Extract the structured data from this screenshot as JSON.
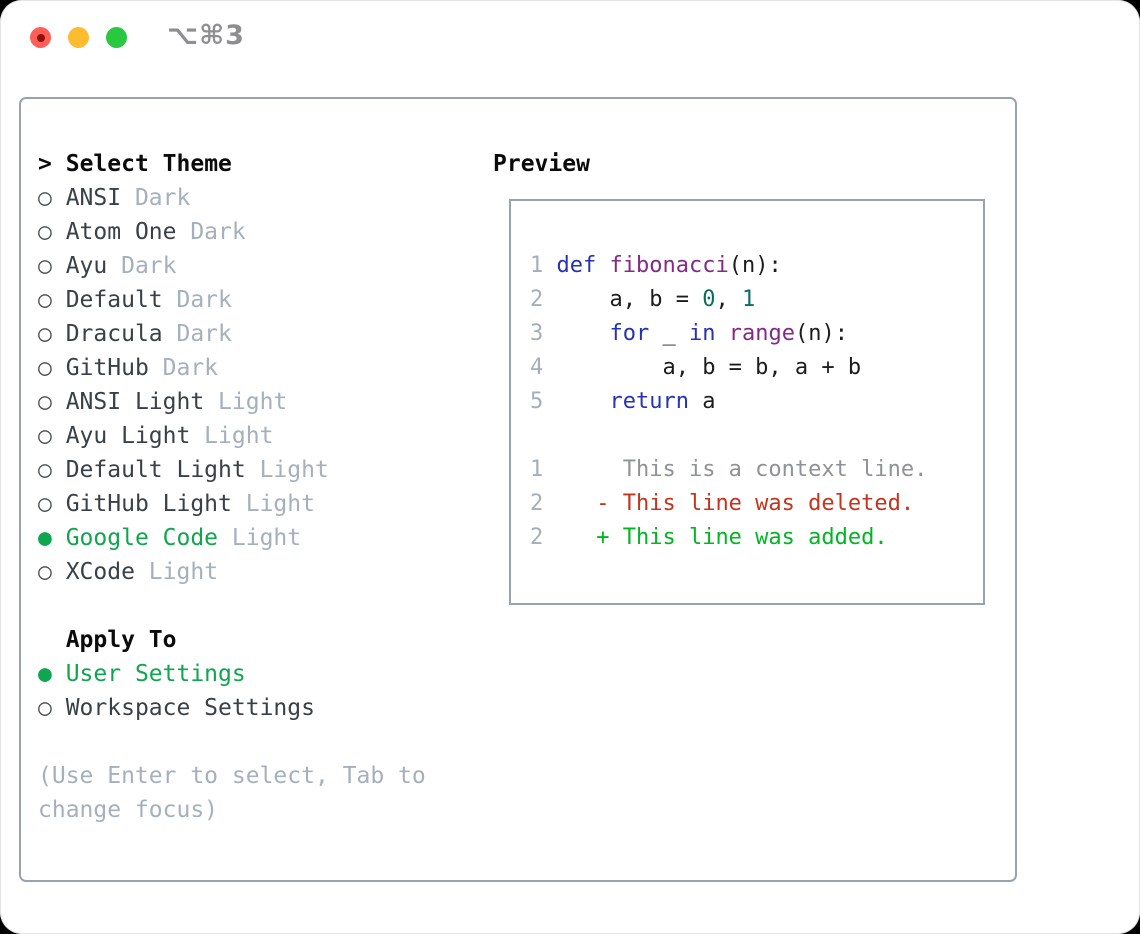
{
  "window": {
    "title": "⌥⌘3",
    "traffic_lights": [
      "close",
      "minimize",
      "zoom"
    ]
  },
  "panel": {
    "select_theme": {
      "prompt": ">",
      "label": "Select Theme"
    },
    "themes": [
      {
        "name": "ANSI",
        "variant": "Dark",
        "selected": false
      },
      {
        "name": "Atom One",
        "variant": "Dark",
        "selected": false
      },
      {
        "name": "Ayu",
        "variant": "Dark",
        "selected": false
      },
      {
        "name": "Default",
        "variant": "Dark",
        "selected": false
      },
      {
        "name": "Dracula",
        "variant": "Dark",
        "selected": false
      },
      {
        "name": "GitHub",
        "variant": "Dark",
        "selected": false
      },
      {
        "name": "ANSI Light",
        "variant": "Light",
        "selected": false
      },
      {
        "name": "Ayu Light",
        "variant": "Light",
        "selected": false
      },
      {
        "name": "Default Light",
        "variant": "Light",
        "selected": false
      },
      {
        "name": "GitHub Light",
        "variant": "Light",
        "selected": false
      },
      {
        "name": "Google Code",
        "variant": "Light",
        "selected": true
      },
      {
        "name": "XCode",
        "variant": "Light",
        "selected": false
      }
    ],
    "apply_to": {
      "label": "Apply To",
      "options": [
        {
          "label": "User Settings",
          "selected": true
        },
        {
          "label": "Workspace Settings",
          "selected": false
        }
      ]
    },
    "help_lines": [
      "(Use Enter to select, Tab to",
      "change focus)"
    ]
  },
  "preview": {
    "label": "Preview",
    "lines": [
      {
        "num": "1",
        "segments": [
          {
            "t": "def",
            "c": "kw"
          },
          {
            "t": " ",
            "c": "pl"
          },
          {
            "t": "fibonacci",
            "c": "fn"
          },
          {
            "t": "(n):",
            "c": "pl"
          }
        ]
      },
      {
        "num": "2",
        "segments": [
          {
            "t": "    a, b = ",
            "c": "pl"
          },
          {
            "t": "0",
            "c": "num"
          },
          {
            "t": ", ",
            "c": "pl"
          },
          {
            "t": "1",
            "c": "num"
          }
        ]
      },
      {
        "num": "3",
        "segments": [
          {
            "t": "    ",
            "c": "pl"
          },
          {
            "t": "for",
            "c": "kw"
          },
          {
            "t": " _ ",
            "c": "pl"
          },
          {
            "t": "in",
            "c": "kw"
          },
          {
            "t": " ",
            "c": "pl"
          },
          {
            "t": "range",
            "c": "fn"
          },
          {
            "t": "(n):",
            "c": "pl"
          }
        ]
      },
      {
        "num": "4",
        "segments": [
          {
            "t": "        a, b = b, a + b",
            "c": "pl"
          }
        ]
      },
      {
        "num": "5",
        "segments": [
          {
            "t": "    ",
            "c": "pl"
          },
          {
            "t": "return",
            "c": "kw"
          },
          {
            "t": " a",
            "c": "pl"
          }
        ]
      },
      {
        "num": "",
        "segments": []
      },
      {
        "num": "1",
        "segments": [
          {
            "t": "     This is a context line.",
            "c": "ctx"
          }
        ]
      },
      {
        "num": "2",
        "segments": [
          {
            "t": "   - This line was deleted.",
            "c": "del"
          }
        ]
      },
      {
        "num": "2",
        "segments": [
          {
            "t": "   + This line was added.",
            "c": "add"
          }
        ]
      }
    ]
  },
  "colors": {
    "accent_green": "#0fa64f",
    "muted": "#a6b0bd",
    "item": "#3a4047",
    "header": "#0b0b0b",
    "panel_border": "#99a3af",
    "keyword": "#2632b2",
    "function": "#832a88",
    "number_literal": "#0a6e5e",
    "code_plain": "#1c1c1c",
    "line_number": "#a4aebc",
    "context": "#8f9296",
    "deleted": "#c5331d",
    "added": "#00b723",
    "title": "#8e8e92",
    "light_red": "#ff5f57",
    "light_red_dot": "#8b1309",
    "light_yellow": "#febc2e",
    "light_green": "#28c840"
  }
}
